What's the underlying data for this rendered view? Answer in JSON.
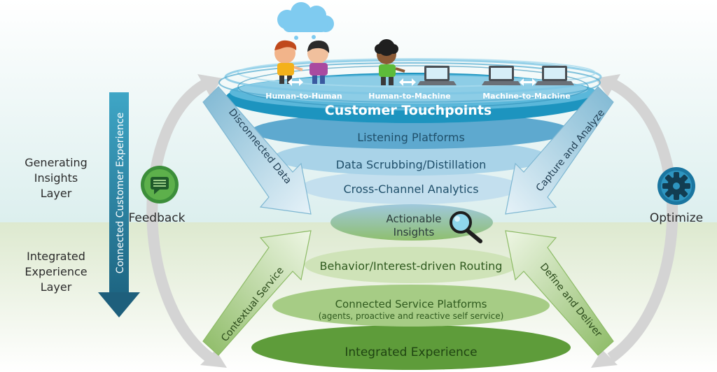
{
  "layers": {
    "top": [
      "Generating",
      "Insights",
      "Layer"
    ],
    "bottom": [
      "Integrated",
      "Experience",
      "Layer"
    ]
  },
  "vertical_arrow_label": "Connected Customer Experience",
  "feedback_label": "Feedback",
  "optimize_label": "Optimize",
  "interactions": {
    "human_human": "Human-to-Human",
    "human_machine": "Human-to-Machine",
    "machine_machine": "Machine-to-Machine"
  },
  "tiers": {
    "touchpoints": "Customer Touchpoints",
    "listening": "Listening Platforms",
    "scrubbing": "Data  Scrubbing/Distillation",
    "cross_channel": "Cross-Channel Analytics",
    "actionable_1": "Actionable",
    "actionable_2": "Insights",
    "routing": "Behavior/Interest-driven Routing",
    "service_1": "Connected Service Platforms",
    "service_2": "(agents, proactive and reactive self service)",
    "integrated": "Integrated Experience"
  },
  "arrows": {
    "disconnected": "Disconnected Data",
    "capture": "Capture and Analyze",
    "contextual": "Contextual Service",
    "define": "Define and Deliver"
  },
  "colors": {
    "blue_dark": "#1b8fb8",
    "blue_mid": "#5aa9cf",
    "blue_light": "#a9d3e8",
    "green_dark": "#5a9a35",
    "green_mid": "#8bbd5f",
    "green_light": "#c3dca6",
    "column_arrow": "#2a8fb0",
    "column_arrow_dark": "#1f5f7a"
  }
}
